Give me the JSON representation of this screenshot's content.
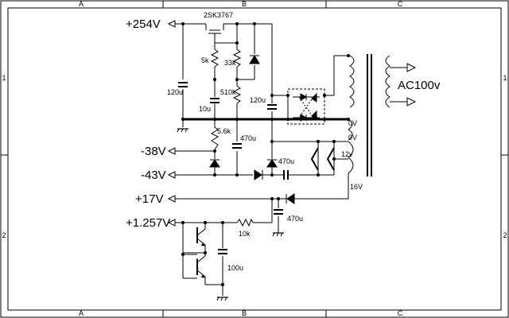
{
  "border": {
    "columns": [
      "A",
      "B",
      "C"
    ],
    "rows": [
      "1",
      "2"
    ]
  },
  "rails": {
    "v254": "+254V",
    "m38": "-38V",
    "m43": "-43V",
    "p17": "+17V",
    "p1257": "+1.257V"
  },
  "transformer": {
    "primary": "AC100v",
    "tap_0v_a": "0V",
    "tap_0v_b": "0V",
    "tap_12v": "12v",
    "tap_16v": "16V"
  },
  "components": {
    "mosfet": "2SK3767",
    "r5k": "5k",
    "r33k": "33k",
    "r510k": "510k",
    "r56k": "5.6k",
    "r10k": "10k",
    "c120u_a": "120u",
    "c120u_b": "120u",
    "c10u": "10u",
    "c470u_a": "470u",
    "c470u_b": "470u",
    "c470u_c": "470u",
    "c100u": "100u"
  }
}
